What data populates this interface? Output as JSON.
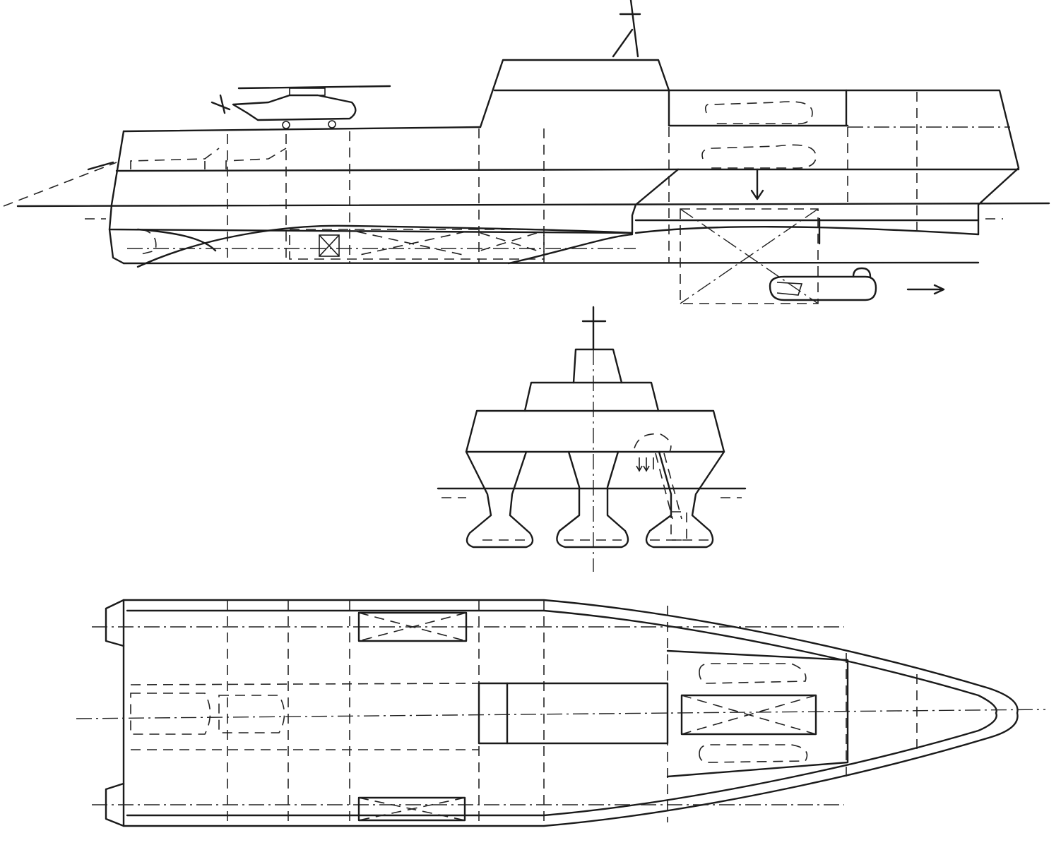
{
  "drawing": {
    "colors": {
      "line": "#1a1a1a",
      "background": "#ffffff"
    },
    "views": [
      "side-elevation",
      "front-section",
      "plan-view"
    ],
    "icons": [
      "helicopter-icon",
      "mini-submarine-icon",
      "boat-icon",
      "arrow-icon"
    ]
  }
}
